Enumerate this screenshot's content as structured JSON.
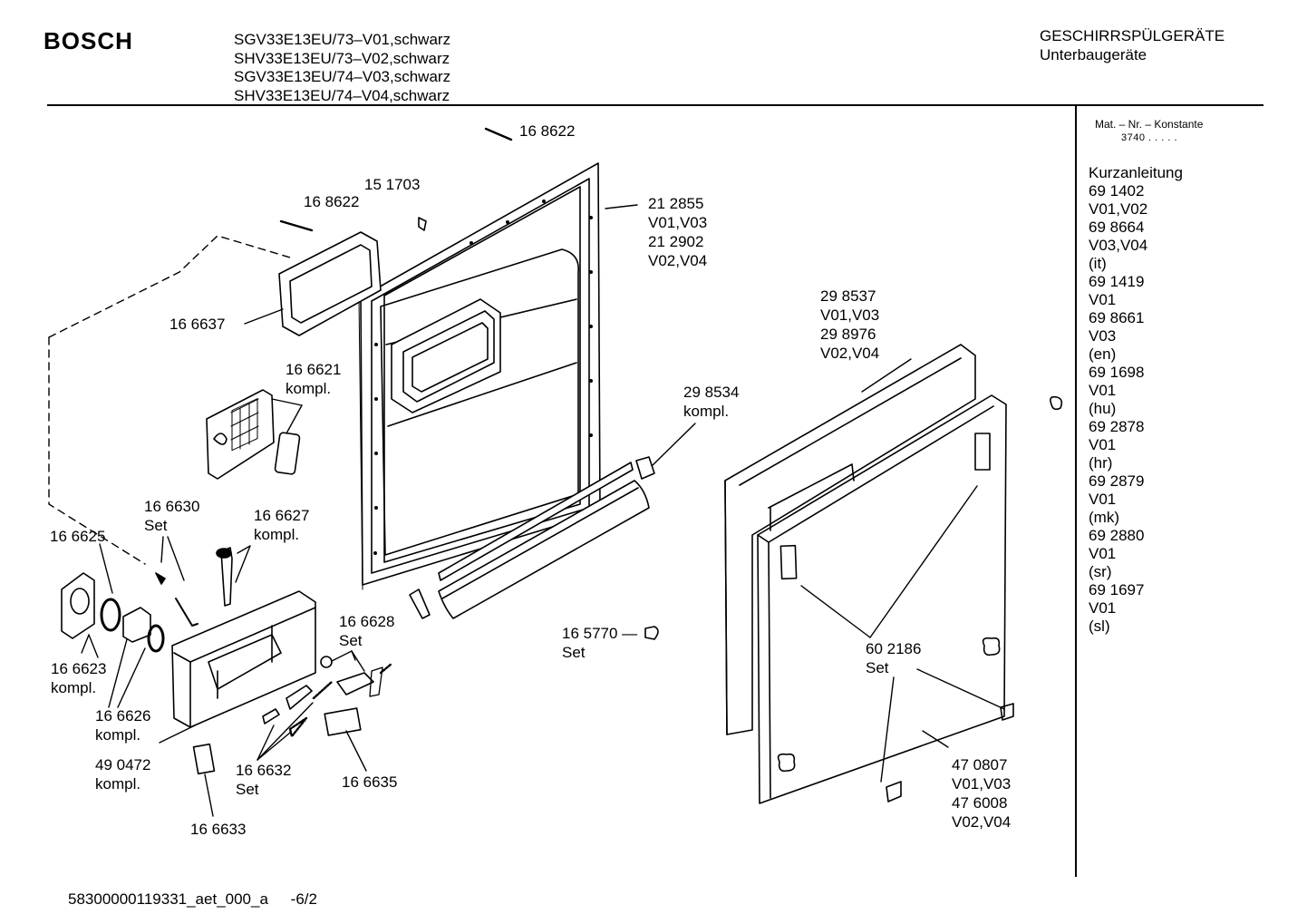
{
  "header": {
    "brand": "BOSCH",
    "models": [
      "SGV33E13EU/73–V01,schwarz",
      "SHV33E13EU/73–V02,schwarz",
      "SGV33E13EU/74–V03,schwarz",
      "SHV33E13EU/74–V04,schwarz"
    ],
    "category": "GESCHIRRSPÜLGERÄTE",
    "subcategory": "Unterbaugeräte"
  },
  "sidebar": {
    "mat_label": "Mat. – Nr. – Konstante",
    "mat_value": "3740  .  .  .  .  .",
    "items": [
      "Kurzanleitung",
      "69 1402",
      "V01,V02",
      "69 8664",
      "V03,V04",
      "(it)",
      "69 1419",
      "V01",
      "69 8661",
      "V03",
      "(en)",
      "69 1698",
      "V01",
      "(hu)",
      "69 2878",
      "V01",
      "(hr)",
      "69 2879",
      "V01",
      "(mk)",
      "69 2880",
      "V01",
      "(sr)",
      "69 1697",
      "V01",
      "(sl)"
    ]
  },
  "callouts": [
    {
      "id": "c-168622-top",
      "lines": [
        "16 8622"
      ]
    },
    {
      "id": "c-151703",
      "lines": [
        "15 1703"
      ]
    },
    {
      "id": "c-168622-left",
      "lines": [
        "16 8622"
      ]
    },
    {
      "id": "c-212855",
      "lines": [
        "21 2855",
        "V01,V03",
        "21 2902",
        "V02,V04"
      ]
    },
    {
      "id": "c-166637",
      "lines": [
        "16 6637"
      ]
    },
    {
      "id": "c-298537",
      "lines": [
        "29 8537",
        "V01,V03",
        "29 8976",
        "V02,V04"
      ]
    },
    {
      "id": "c-166621",
      "lines": [
        "16 6621",
        "kompl."
      ]
    },
    {
      "id": "c-298534",
      "lines": [
        "29 8534",
        "kompl."
      ]
    },
    {
      "id": "c-166630",
      "lines": [
        "16 6630",
        "Set"
      ]
    },
    {
      "id": "c-166627",
      "lines": [
        "16 6627",
        "kompl."
      ]
    },
    {
      "id": "c-166625",
      "lines": [
        "16 6625"
      ]
    },
    {
      "id": "c-166628",
      "lines": [
        "16 6628",
        "Set"
      ]
    },
    {
      "id": "c-165770",
      "lines": [
        "16 5770 —",
        "Set"
      ]
    },
    {
      "id": "c-602186",
      "lines": [
        "60 2186",
        "Set"
      ]
    },
    {
      "id": "c-166623",
      "lines": [
        "16 6623",
        "kompl."
      ]
    },
    {
      "id": "c-166626",
      "lines": [
        "16 6626",
        "kompl."
      ]
    },
    {
      "id": "c-490472",
      "lines": [
        "49 0472",
        "kompl."
      ]
    },
    {
      "id": "c-166632",
      "lines": [
        "16 6632",
        "Set"
      ]
    },
    {
      "id": "c-166635",
      "lines": [
        "16 6635"
      ]
    },
    {
      "id": "c-166633",
      "lines": [
        "16 6633"
      ]
    },
    {
      "id": "c-470807",
      "lines": [
        "47 0807",
        "V01,V03",
        "47 6008",
        "V02,V04"
      ]
    }
  ],
  "footer": {
    "code": "58300000119331_aet_000_a",
    "page": "-6/2"
  }
}
